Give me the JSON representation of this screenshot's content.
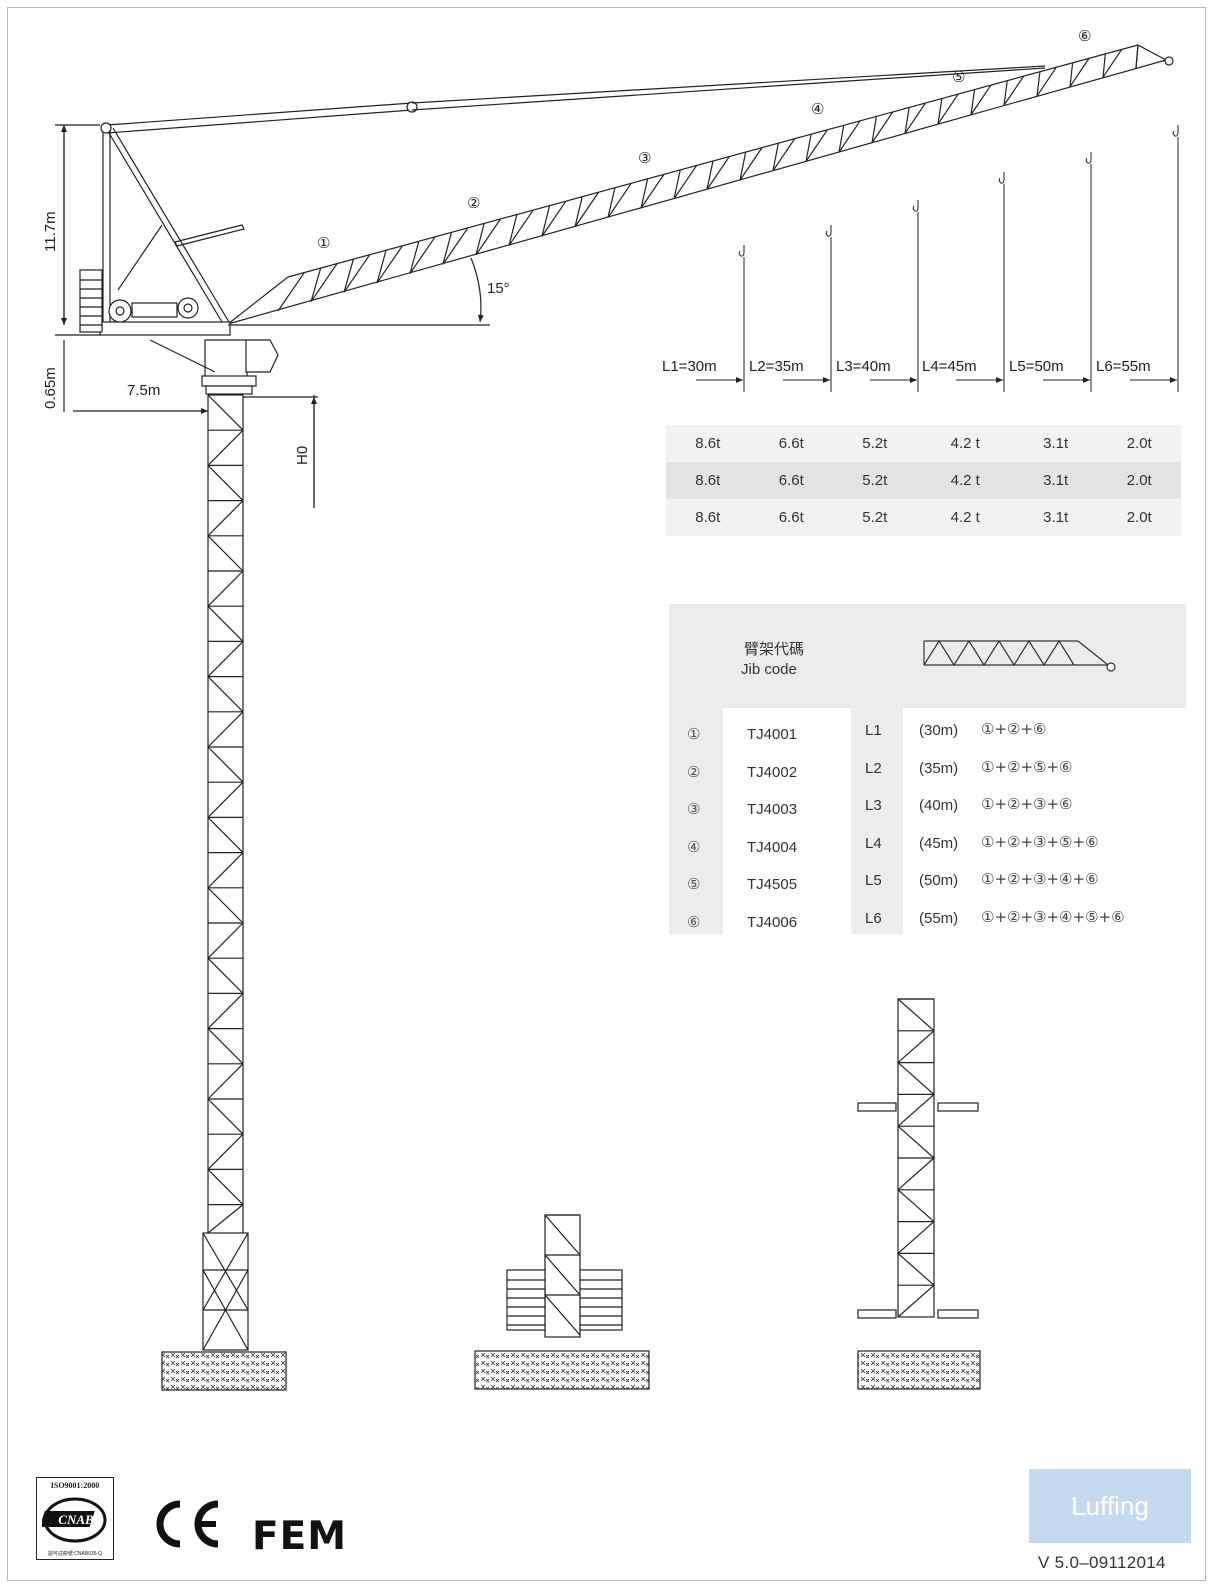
{
  "dimensions": {
    "height_top": "11.7m",
    "height_base": "0.65m",
    "counter_jib": "7.5m",
    "mast_height": "H0",
    "jib_angle": "15°"
  },
  "jib_section_marks": [
    "①",
    "②",
    "③",
    "④",
    "⑤",
    "⑥"
  ],
  "jib_lengths": [
    "L1=30m",
    "L2=35m",
    "L3=40m",
    "L4=45m",
    "L5=50m",
    "L6=55m"
  ],
  "load_table": [
    [
      "8.6t",
      "6.6t",
      "5.2t",
      "4.2 t",
      "3.1t",
      "2.0t"
    ],
    [
      "8.6t",
      "6.6t",
      "5.2t",
      "4.2 t",
      "3.1t",
      "2.0t"
    ],
    [
      "8.6t",
      "6.6t",
      "5.2t",
      "4.2 t",
      "3.1t",
      "2.0t"
    ]
  ],
  "jib_code": {
    "title_zh": "臂架代碼",
    "title_en": "Jib code",
    "rows": [
      {
        "num": "①",
        "code": "TJ4001",
        "lname": "L1",
        "length": "(30m)",
        "combo": "①+②+⑥"
      },
      {
        "num": "②",
        "code": "TJ4002",
        "lname": "L2",
        "length": "(35m)",
        "combo": "①+②+⑤+⑥"
      },
      {
        "num": "③",
        "code": "TJ4003",
        "lname": "L3",
        "length": "(40m)",
        "combo": "①+②+③+⑥"
      },
      {
        "num": "④",
        "code": "TJ4004",
        "lname": "L4",
        "length": "(45m)",
        "combo": "①+②+③+⑤+⑥"
      },
      {
        "num": "⑤",
        "code": "TJ4505",
        "lname": "L5",
        "length": "(50m)",
        "combo": "①+②+③+④+⑥"
      },
      {
        "num": "⑥",
        "code": "TJ4006",
        "lname": "L6",
        "length": "(55m)",
        "combo": "①+②+③+④+⑤+⑥"
      }
    ]
  },
  "footer": {
    "iso": "ISO9001:2000",
    "cnab_mark": "CNAB",
    "iso_reg": "認可註冊號:CNAB035-Q",
    "ce": "CE",
    "fem": "FEM",
    "badge": "Luffing",
    "version": "V 5.0–09112014"
  },
  "colors": {
    "badge_bg": "#c5d9ef",
    "table_light": "#f2f2f2",
    "table_dark": "#e3e3e3",
    "panel": "#ececec"
  }
}
